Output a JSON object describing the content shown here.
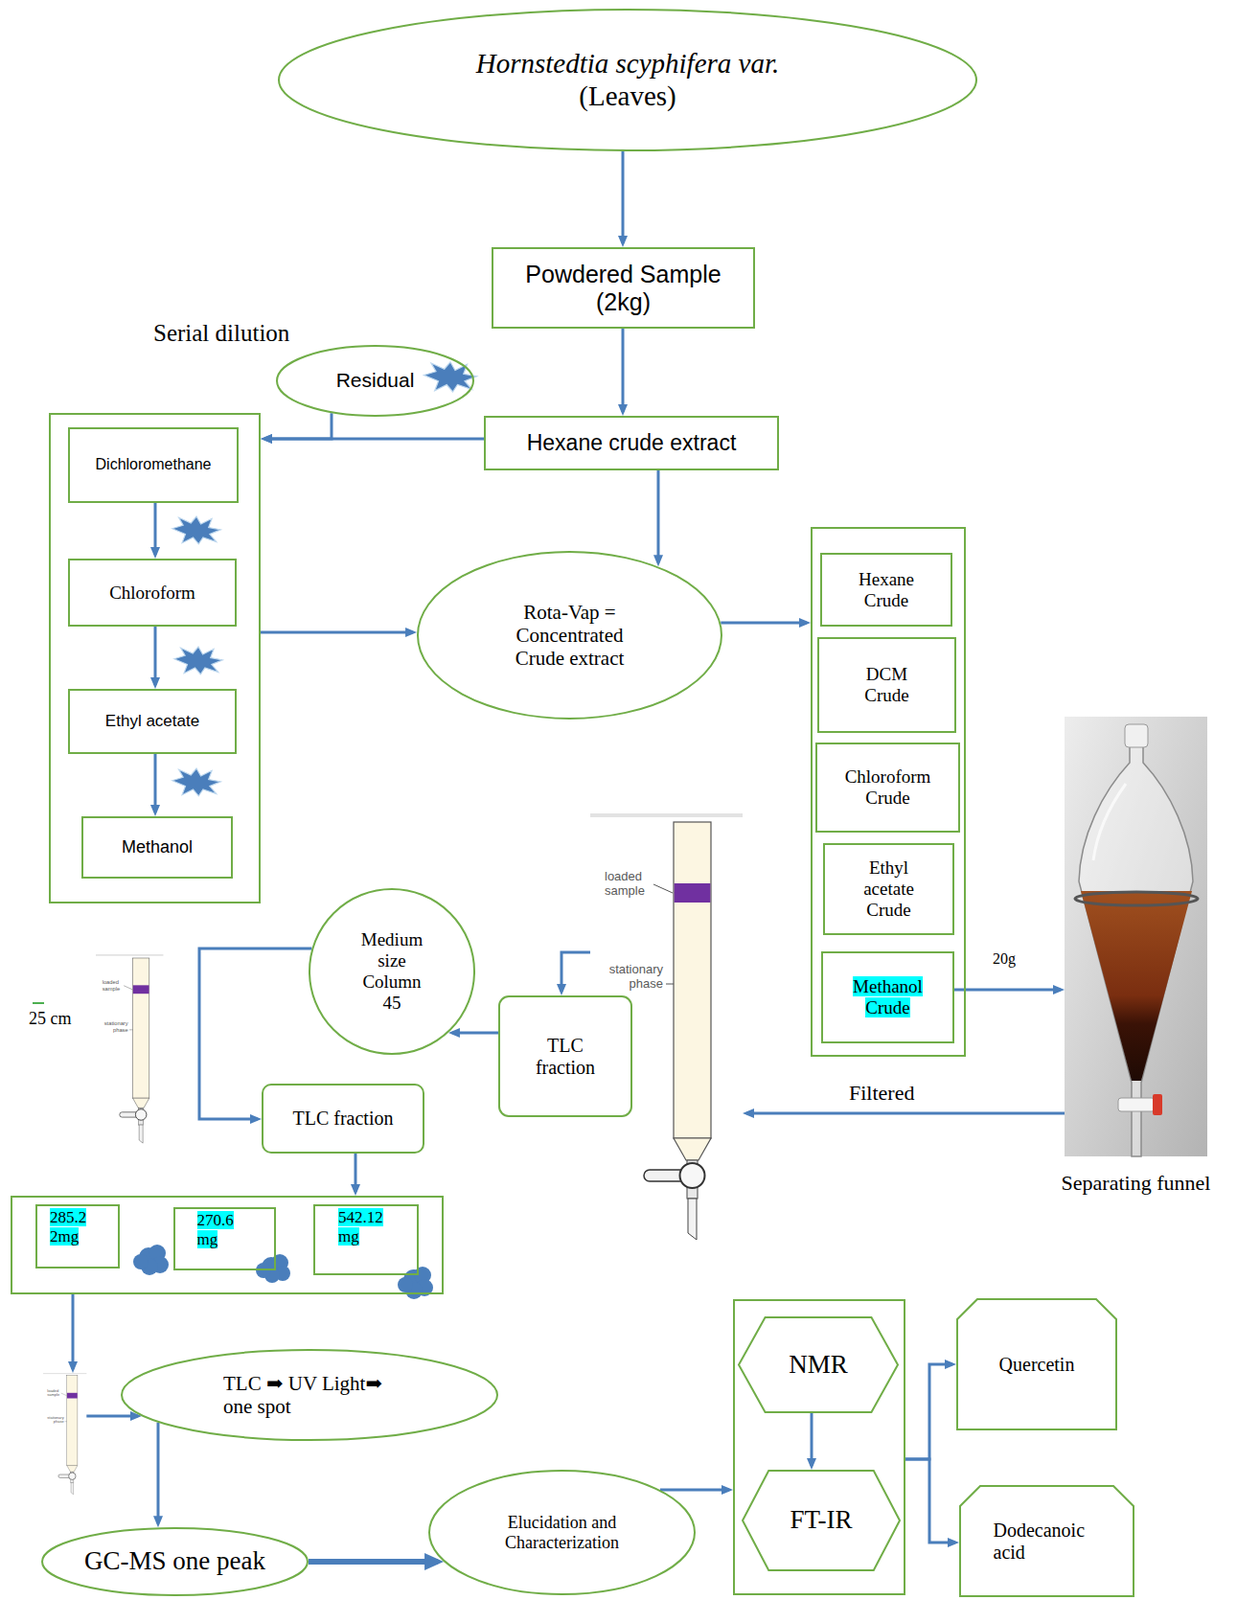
{
  "diagram": {
    "nodes": [
      {
        "text": [
          "Hornstedtia scyphifera var.",
          "(Leaves)"
        ]
      },
      {
        "text": [
          "Powdered Sample (2kg)"
        ]
      },
      {
        "text": [
          "Residual"
        ]
      },
      {
        "text": [
          "Hexane crude extract"
        ]
      },
      {
        "text": []
      },
      {
        "text": [
          "Dichloromethane"
        ],
        "in": 4
      },
      {
        "text": [
          "Chloroform"
        ],
        "in": 4
      },
      {
        "text": [
          "Ethyl acetate"
        ],
        "in": 4
      },
      {
        "text": [
          "Methanol"
        ],
        "in": 4
      },
      {
        "text": [
          "Rota-Vap = Concentrated Crude extract"
        ]
      },
      {
        "text": []
      },
      {
        "text": [
          "Hexane Crude"
        ],
        "in": 10
      },
      {
        "text": [
          "DCM Crude"
        ],
        "in": 10
      },
      {
        "text": [
          "Chloroform Crude"
        ],
        "in": 10
      },
      {
        "text": [
          "Ethyl acetate Crude"
        ],
        "in": 10
      },
      {
        "text": [
          "Methanol Crude"
        ],
        "in": 10
      },
      {
        "text": [
          "Separating funnel"
        ]
      },
      {
        "text": [
          "loaded sample",
          "stationary phase"
        ]
      },
      {
        "text": [
          "Medium size Column 45"
        ]
      },
      {
        "text": [
          "loaded sample",
          "stationary phase"
        ]
      },
      {
        "text": [
          "TLC fraction"
        ]
      },
      {
        "text": [
          "TLC fraction"
        ]
      },
      {
        "text": []
      },
      {
        "text": [
          "285.2 2mg"
        ],
        "in": 22
      },
      {
        "text": [
          "270.6 mg"
        ],
        "in": 22
      },
      {
        "text": [
          "542.12 mg"
        ],
        "in": 22
      },
      {
        "text": [
          "loaded sample",
          "stationary phase"
        ]
      },
      {
        "text": [
          "TLC ➡ UV Light➡ one spot"
        ]
      },
      {
        "text": [
          "GC-MS one peak"
        ]
      },
      {
        "text": [
          "Elucidation and Characterization"
        ]
      },
      {
        "text": []
      },
      {
        "text": [
          "NMR"
        ],
        "in": 30
      },
      {
        "text": [
          "FT-IR"
        ],
        "in": 30
      },
      {
        "text": [
          "Quercetin"
        ]
      },
      {
        "text": [
          "Dodecanoic acid"
        ]
      }
    ],
    "edges": [
      {
        "from": 0,
        "to": 1,
        "arrow": "to"
      },
      {
        "from": 1,
        "to": 3,
        "arrow": "to"
      },
      {
        "from": 2,
        "to": 4,
        "arrow": "to"
      },
      {
        "from": 3,
        "to": 4,
        "arrow": "to"
      },
      {
        "from": 3,
        "to": 9,
        "arrow": "to"
      },
      {
        "from": 4,
        "to": 9,
        "arrow": "to"
      },
      {
        "from": 5,
        "to": 6,
        "arrow": "to"
      },
      {
        "from": 6,
        "to": 7,
        "arrow": "to"
      },
      {
        "from": 7,
        "to": 8,
        "arrow": "to"
      },
      {
        "from": 9,
        "to": 10,
        "arrow": "to"
      },
      {
        "from": 15,
        "to": 16,
        "label": "20g",
        "arrow": "to"
      },
      {
        "from": 16,
        "to": 17,
        "label": "Filtered",
        "arrow": "to"
      },
      {
        "from": 17,
        "to": 20,
        "arrow": "to"
      },
      {
        "from": 20,
        "to": 18,
        "arrow": "to"
      },
      {
        "from": 18,
        "to": 21,
        "arrow": "to"
      },
      {
        "from": 21,
        "to": 22,
        "arrow": "to"
      },
      {
        "from": 22,
        "to": 26,
        "arrow": "to"
      },
      {
        "from": 26,
        "to": 27,
        "arrow": "to"
      },
      {
        "from": 27,
        "to": 28,
        "arrow": "to"
      },
      {
        "from": 28,
        "to": 29,
        "arrow": "to"
      },
      {
        "from": 29,
        "to": 30,
        "arrow": "to"
      },
      {
        "from": 31,
        "to": 32,
        "arrow": "to"
      },
      {
        "from": 30,
        "to": 33,
        "arrow": "to"
      },
      {
        "from": 30,
        "to": 34,
        "arrow": "to"
      }
    ],
    "labels": [
      "Serial dilution",
      "25 cm"
    ]
  }
}
